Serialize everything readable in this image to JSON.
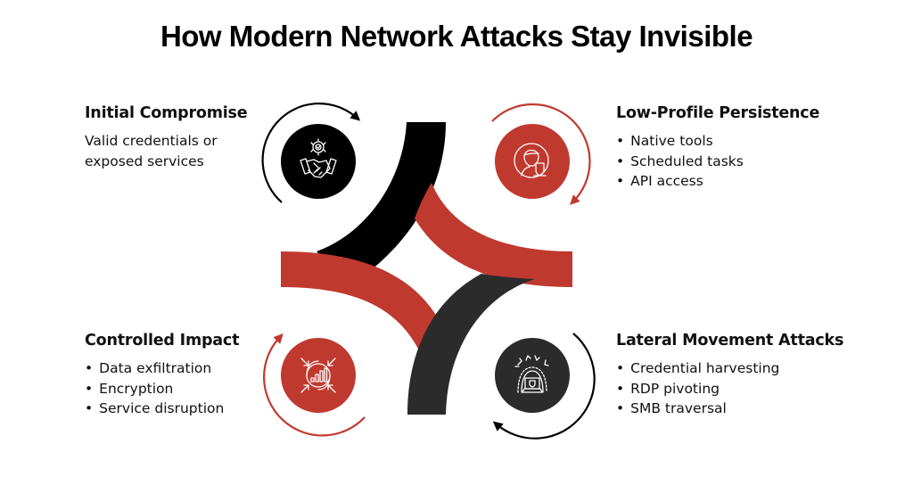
{
  "title": "How Modern Network Attacks Stay Invisible",
  "colors": {
    "red": "#c0392f",
    "black": "#000000",
    "dark": "#2b2b2b",
    "icon_stroke": "#ffffff"
  },
  "stages": [
    {
      "id": "initial-compromise",
      "position": "top-left",
      "heading": "Initial Compromise",
      "description": "Valid credentials or exposed services",
      "description_lines": [
        "Valid credentials or",
        "exposed services"
      ],
      "icon": "handshake-gear-icon",
      "circle_color": "#000000",
      "arrow_color": "#000000"
    },
    {
      "id": "low-profile-persistence",
      "position": "top-right",
      "heading": "Low-Profile Persistence",
      "bullets": [
        "Native tools",
        "Scheduled tasks",
        "API access"
      ],
      "icon": "user-shield-icon",
      "circle_color": "#c0392f",
      "arrow_color": "#c0392f"
    },
    {
      "id": "controlled-impact",
      "position": "bottom-left",
      "heading": "Controlled Impact",
      "bullets": [
        "Data exfiltration",
        "Encryption",
        "Service disruption"
      ],
      "icon": "compress-chart-icon",
      "circle_color": "#c0392f",
      "arrow_color": "#c0392f"
    },
    {
      "id": "lateral-movement",
      "position": "bottom-right",
      "heading": "Lateral Movement Attacks",
      "bullets": [
        "Credential harvesting",
        "RDP pivoting",
        "SMB traversal"
      ],
      "icon": "laptop-shield-attack-icon",
      "circle_color": "#2b2b2b",
      "arrow_color": "#000000"
    }
  ]
}
